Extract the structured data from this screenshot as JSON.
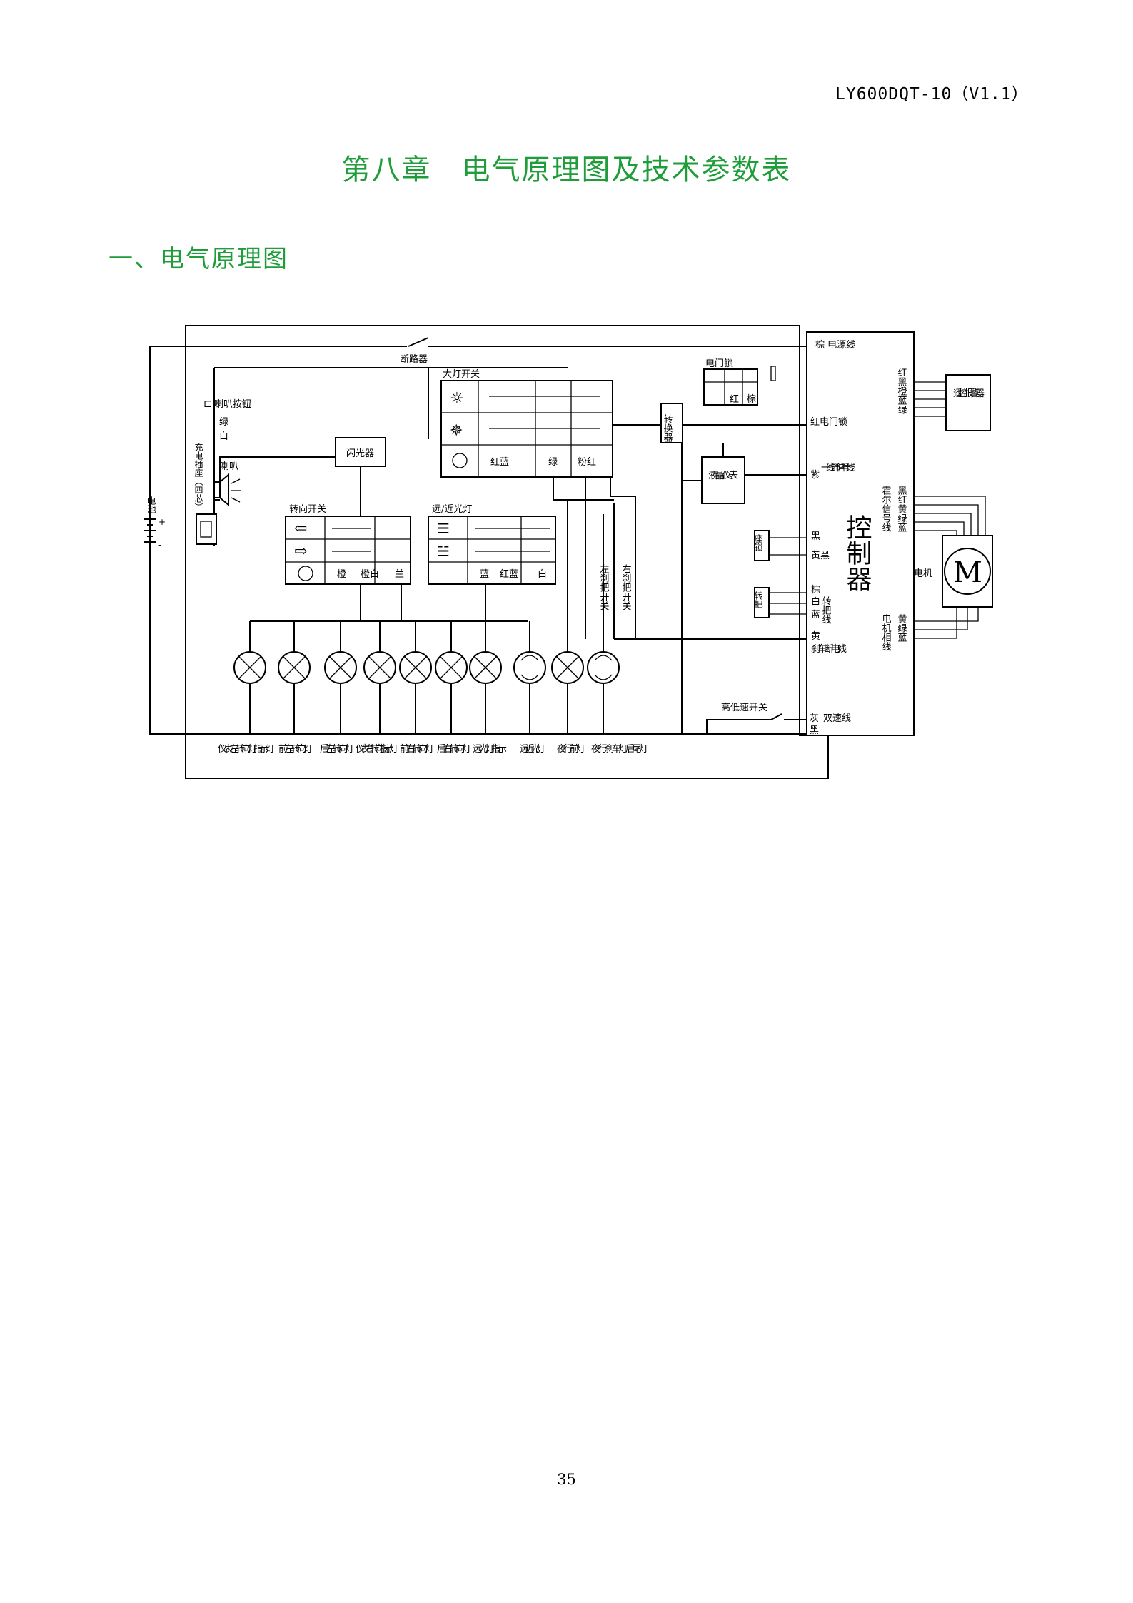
{
  "header": {
    "doc_code": "LY600DQT-10（V1.1）"
  },
  "chapter_title": "第八章　电气原理图及技术参数表",
  "section_title": "一、电气原理图",
  "page_number": "35",
  "diagram": {
    "breaker": "断路器",
    "horn_button": "喇叭按钮",
    "green": "绿",
    "white": "白",
    "horn": "喇叭",
    "charging_port": "充电插座（四芯）",
    "battery": "电池",
    "flasher": "闪光器",
    "headlight_switch": "大灯开关",
    "turn_switch": "转向开关",
    "beam_switch": "远/近光灯",
    "converter": "转换器",
    "ignition_lock": "电门锁",
    "lcd_meter": "液晶仪表",
    "controller": "控制器",
    "alarm": "遥控报警器",
    "seat_lock": "座锁",
    "throttle": "转把",
    "motor_symbol": "M",
    "motor": "电机",
    "hi_lo_switch": "高低速开关",
    "left_brake_switch": "左刹把开关",
    "right_brake_switch": "右刹把开关",
    "hl_wires": [
      "红蓝",
      "绿",
      "粉红"
    ],
    "turn_wires": [
      "橙",
      "橙白",
      "兰"
    ],
    "beam_wires": [
      "蓝",
      "红蓝",
      "白"
    ],
    "lock_wires": [
      "红",
      "棕"
    ],
    "ctrl_labels": {
      "power_line": "棕 电源线",
      "lock_line": "红电门锁",
      "signal_purple": "紫",
      "signal_line": "一线通信号线",
      "black": "黑",
      "yellow_black": "黄黑",
      "brown": "棕",
      "white_2": "白",
      "blue": "蓝",
      "throttle_line": "转把线",
      "yellow": "黄",
      "brake_cut": "刹车断电线",
      "gray": "灰",
      "black_2": "黑",
      "dual_speed": "双速线",
      "hall_signal": "霍尔信号线",
      "motor_phase": "电机相线",
      "hall_wires": "黑红黄绿蓝",
      "phase_wires": "黄绿蓝",
      "alarm_wires": "红黑橙蓝绿"
    },
    "lamp_labels": [
      "仪表左转向灯指示灯",
      "前左转向灯",
      "后左转向灯",
      "仪表右转向指示灯",
      "前右转向灯",
      "后右转向灯",
      "远光灯指示",
      "远近光灯",
      "夜行前灯",
      "夜行刹车灯后尾灯"
    ]
  }
}
